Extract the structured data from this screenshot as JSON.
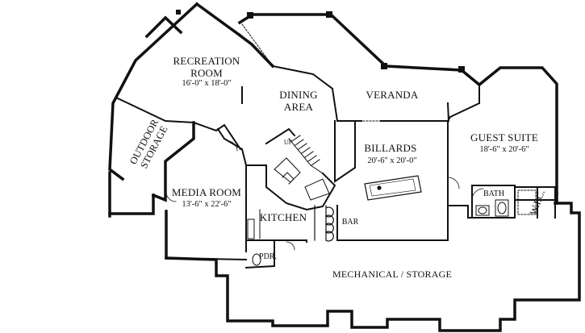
{
  "rooms": {
    "recreation": {
      "name_line1": "RECREATION",
      "name_line2": "ROOM",
      "dims": "16'-0\" x 18'-0\""
    },
    "dining": {
      "name_line1": "DINING",
      "name_line2": "AREA"
    },
    "veranda": {
      "name": "VERANDA"
    },
    "outdoor_storage": {
      "name_line1": "OUTDOOR",
      "name_line2": "STORAGE"
    },
    "billards": {
      "name": "BILLARDS",
      "dims": "20'-6\" x 20'-0\""
    },
    "guest_suite": {
      "name": "GUEST SUITE",
      "dims": "18'-6\" x 20'-6\""
    },
    "media_room": {
      "name": "MEDIA ROOM",
      "dims": "13'-6\" x 22'-6\""
    },
    "kitchen": {
      "name": "KITCHEN"
    },
    "bar": {
      "name": "BAR"
    },
    "bath": {
      "name": "BATH"
    },
    "wic": {
      "name": "W.I.C."
    },
    "pdr": {
      "name": "PDR."
    },
    "mechanical": {
      "name": "MECHANICAL / STORAGE"
    }
  },
  "stairs": {
    "label": "UP"
  }
}
